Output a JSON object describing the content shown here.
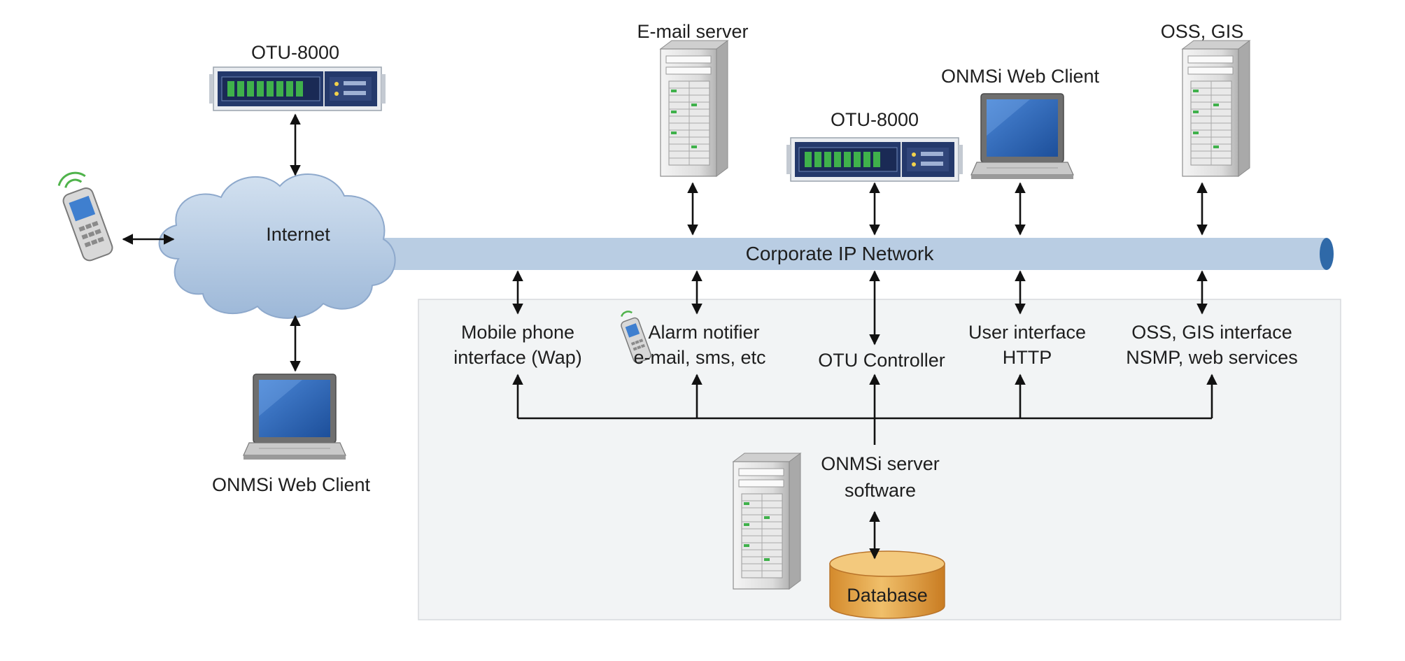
{
  "labels": {
    "otu_top_left": "OTU-8000",
    "email_server": "E-mail server",
    "otu_center": "OTU-8000",
    "web_client_top": "ONMSi Web Client",
    "oss_gis": "OSS, GIS",
    "internet": "Internet",
    "corporate_network": "Corporate IP Network",
    "web_client_bottom": "ONMSi Web Client",
    "mobile_iface_line1": "Mobile phone",
    "mobile_iface_line2": "interface (Wap)",
    "alarm_line1": "Alarm notifier",
    "alarm_line2": "e-mail, sms, etc",
    "otu_controller": "OTU Controller",
    "user_iface_line1": "User interface",
    "user_iface_line2": "HTTP",
    "oss_iface_line1": "OSS, GIS interface",
    "oss_iface_line2": "NSMP, web services",
    "server_sw_line1": "ONMSi server",
    "server_sw_line2": "software",
    "database": "Database"
  },
  "icons": [
    "otu-device-icon",
    "server-tower-icon",
    "laptop-icon",
    "mobile-phone-icon",
    "cloud-icon",
    "database-cylinder-icon"
  ],
  "colors": {
    "pipe": "#b9cde3",
    "pipe_end": "#2f69a8",
    "cloud": "#b6cbe4",
    "server_panel": "#f2f4f5",
    "database": "#e3a64a",
    "device_blue": "#24396b",
    "led_green": "#3fb14b"
  }
}
